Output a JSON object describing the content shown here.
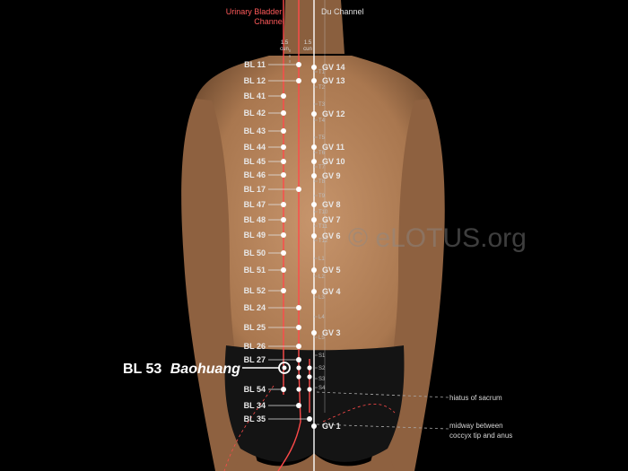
{
  "channels": {
    "urinary_bladder_line1": "Urinary Bladder",
    "urinary_bladder_line2": "Channel",
    "du": "Du Channel"
  },
  "cun": {
    "left_value": "1.5",
    "left_unit": "cun",
    "right_value": "1.5",
    "right_unit": "cun"
  },
  "feature": {
    "code": "BL 53",
    "name": "Baohuang"
  },
  "watermark": "© eLOTUS.org",
  "notes": {
    "hiatus": "hiatus of sacrum",
    "midway_line1": "midway between",
    "midway_line2": "coccyx tip and anus"
  },
  "bl_points": [
    "BL 11",
    "BL 12",
    "BL 41",
    "BL 42",
    "BL 43",
    "BL 44",
    "BL 45",
    "BL 46",
    "BL 17",
    "BL 47",
    "BL 48",
    "BL 49",
    "BL 50",
    "BL 51",
    "BL 52",
    "BL 24",
    "BL 25",
    "BL 26",
    "BL 27",
    "BL 54",
    "BL 34",
    "BL 35"
  ],
  "gv_points": [
    "GV 14",
    "GV 13",
    "GV 12",
    "GV 11",
    "GV 10",
    "GV 9",
    "GV 8",
    "GV 7",
    "GV 6",
    "GV 5",
    "GV 4",
    "GV 3",
    "GV 1"
  ],
  "vertebrae": [
    "T1",
    "T2",
    "T3",
    "T4",
    "T5",
    "T6",
    "T7",
    "T8",
    "T9",
    "T10",
    "T11",
    "T12",
    "L1",
    "L2",
    "L3",
    "L4",
    "L5",
    "S1",
    "S2",
    "S3",
    "S4"
  ],
  "colors": {
    "channel_red": "#ff4a4a",
    "du_white": "#ffffff",
    "skin": "#b88762",
    "underwear": "#141414"
  }
}
